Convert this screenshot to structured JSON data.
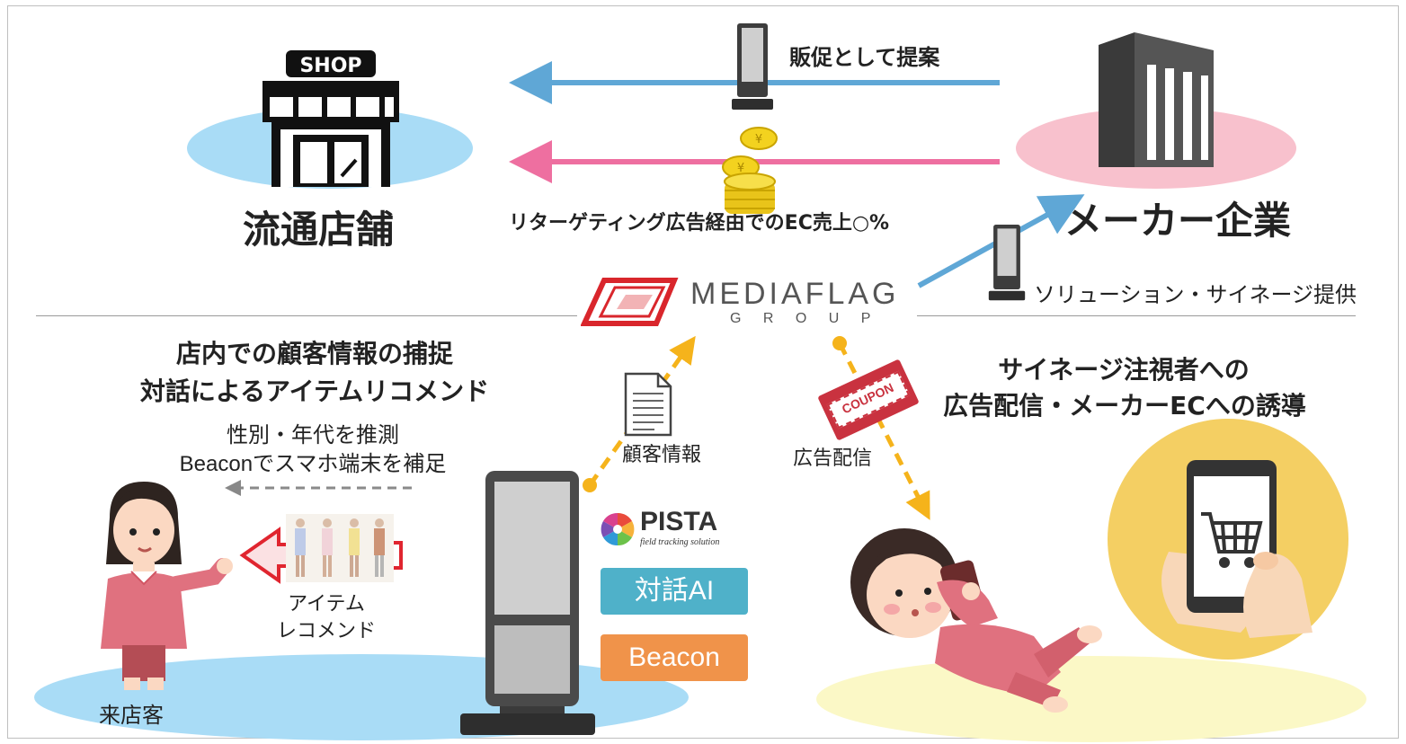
{
  "colors": {
    "blue_arrow": "#5fa7d6",
    "pink_arrow": "#ee6fa0",
    "gold_arrow": "#f5b31b",
    "shop_ellipse": "#a9dcf6",
    "maker_ellipse": "#f8c1cd",
    "visitor_ellipse": "#a9dcf6",
    "viewer_ellipse": "#fbf8c6",
    "pill_dialog_ai": "#4fb1c9",
    "pill_beacon": "#f0934a",
    "phone_circle": "#f4cf63"
  },
  "top": {
    "store_label": "流通店舗",
    "maker_label": "メーカー企業",
    "proposal_label": "販促として提案",
    "revenue_label": "リターゲティング広告経由でのEC売上○%",
    "solution_label": "ソリューション・サイネージ提供",
    "shop_sign": "SHOP"
  },
  "logo": {
    "name": "MEDIAFLAG",
    "sub": "G R O U P"
  },
  "left": {
    "heading_line1": "店内での顧客情報の捕捉",
    "heading_line2": "対話によるアイテムリコメンド",
    "estimate_line1": "性別・年代を推測",
    "estimate_line2": "Beaconでスマホ端末を補足",
    "recommend_line1": "アイテム",
    "recommend_line2": "レコメンド",
    "visitor_label": "来店客",
    "customer_info_label": "顧客情報"
  },
  "center": {
    "pista_name": "PISTA",
    "pista_tagline": "field tracking solution",
    "dialog_ai": "対話AI",
    "beacon": "Beacon"
  },
  "right": {
    "heading_line1": "サイネージ注視者への",
    "heading_line2": "広告配信・メーカーECへの誘導",
    "ad_delivery_label": "広告配信",
    "coupon": "COUPON"
  },
  "icons": [
    "shop-icon",
    "building-icon",
    "signage-icon",
    "coins-icon",
    "document-icon",
    "coupon-icon",
    "woman-icon",
    "girl-on-phone-icon",
    "phone-cart-icon",
    "outfits-icon",
    "pista-logo-icon"
  ]
}
